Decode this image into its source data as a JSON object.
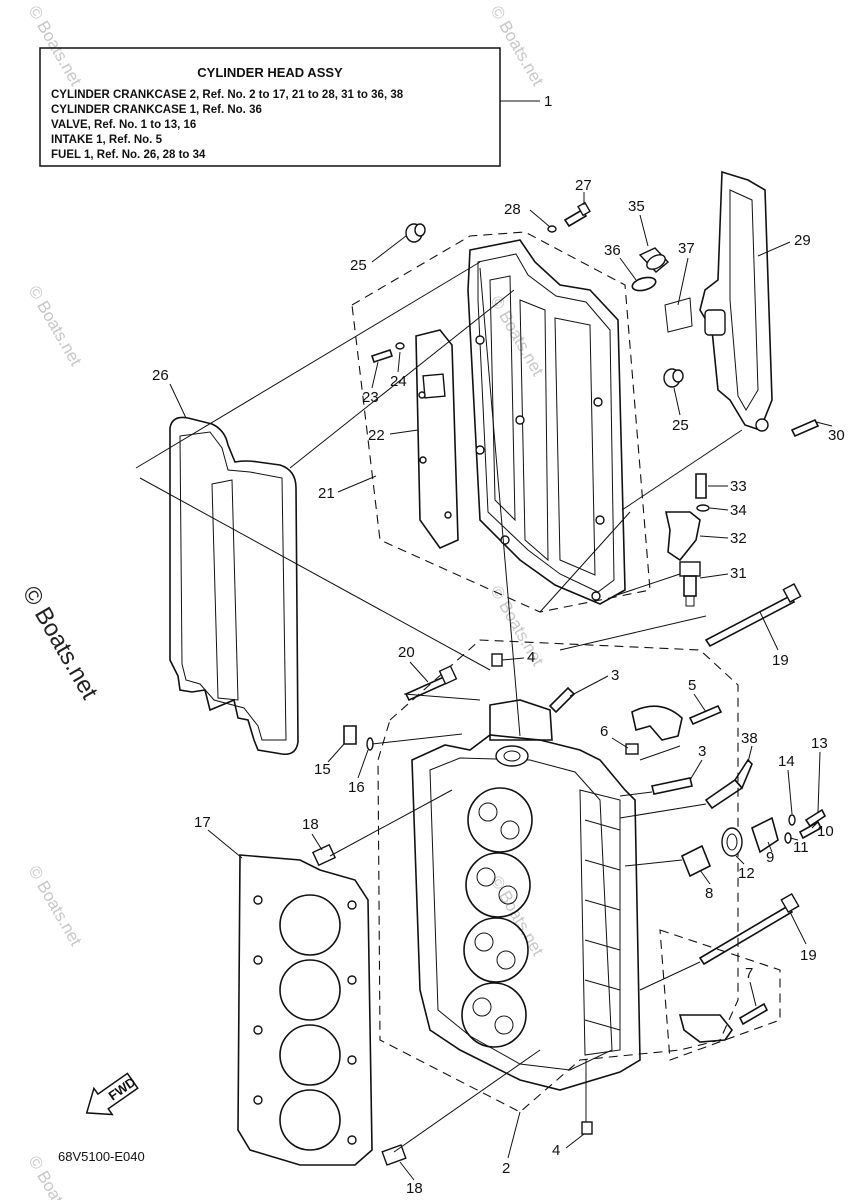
{
  "legend": {
    "title": "CYLINDER  HEAD ASSY",
    "lines": [
      "CYLINDER CRANKCASE 2, Ref. No. 2 to 17, 21 to 28, 31 to 36, 38",
      "CYLINDER CRANKCASE 1, Ref. No. 36",
      "VALVE,        Ref. No. 1 to 13, 16",
      "INTAKE 1,  Ref. No. 5",
      "FUEL 1,    Ref. No. 26, 28 to 34"
    ],
    "callout": "1"
  },
  "callouts": {
    "c27": "27",
    "c28": "28",
    "c35": "35",
    "c36": "36",
    "c37": "37",
    "c29": "29",
    "c25a": "25",
    "c26": "26",
    "c24": "24",
    "c23": "23",
    "c25b": "25",
    "c30": "30",
    "c22": "22",
    "c21": "21",
    "c33": "33",
    "c34": "34",
    "c32": "32",
    "c31": "31",
    "c19a": "19",
    "c20": "20",
    "c4a": "4",
    "c3a": "3",
    "c5": "5",
    "c6": "6",
    "c3b": "3",
    "c38": "38",
    "c13": "13",
    "c14": "14",
    "c15": "15",
    "c16": "16",
    "c17": "17",
    "c18a": "18",
    "c10": "10",
    "c9": "9",
    "c11": "11",
    "c12": "12",
    "c8": "8",
    "c19b": "19",
    "c7": "7",
    "c4b": "4",
    "c18b": "18",
    "c2": "2"
  },
  "fwd_label": "FWD",
  "diagram_code": "68V5100-E040",
  "watermark": "© Boats.net",
  "icons": [
    "fwd-arrow-icon"
  ]
}
